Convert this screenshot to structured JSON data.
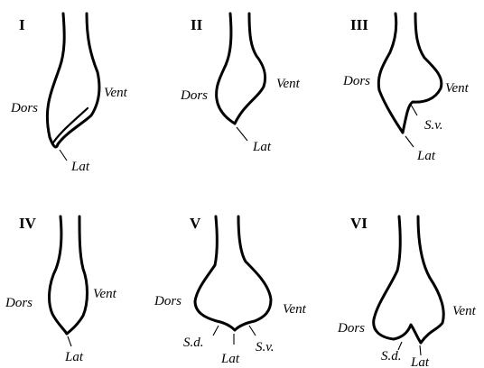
{
  "panels": [
    {
      "numeral": "I",
      "labels": {
        "dors": "Dors",
        "vent": "Vent",
        "lat": "Lat"
      }
    },
    {
      "numeral": "II",
      "labels": {
        "dors": "Dors",
        "vent": "Vent",
        "lat": "Lat"
      }
    },
    {
      "numeral": "III",
      "labels": {
        "dors": "Dors",
        "vent": "Vent",
        "lat": "Lat",
        "sv": "S.v."
      }
    },
    {
      "numeral": "IV",
      "labels": {
        "dors": "Dors",
        "vent": "Vent",
        "lat": "Lat"
      }
    },
    {
      "numeral": "V",
      "labels": {
        "dors": "Dors",
        "vent": "Vent",
        "lat": "Lat",
        "sd": "S.d.",
        "sv": "S.v."
      }
    },
    {
      "numeral": "VI",
      "labels": {
        "dors": "Dors",
        "vent": "Vent",
        "lat": "Lat",
        "sd": "S.d."
      }
    }
  ]
}
